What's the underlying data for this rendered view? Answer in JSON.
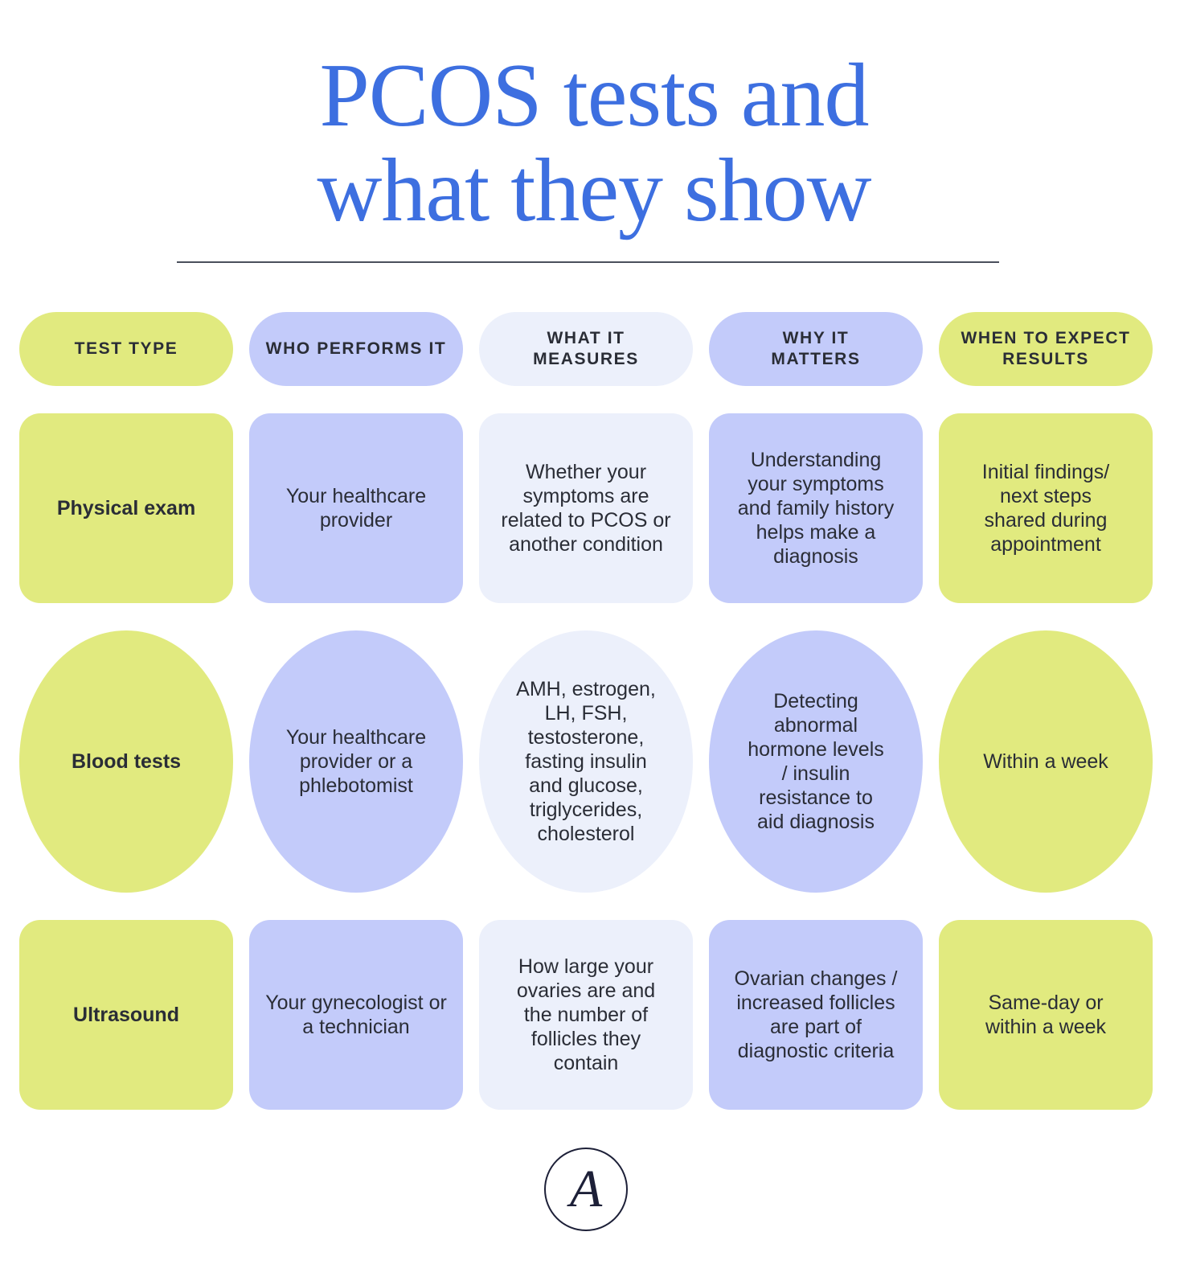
{
  "title": {
    "line1": "PCOS tests and",
    "line2": "what they show"
  },
  "headers": [
    "TEST TYPE",
    "WHO PERFORMS IT",
    "WHAT IT MEASURES",
    "WHY IT MATTERS",
    "WHEN TO EXPECT RESULTS"
  ],
  "rows": [
    {
      "test": "Physical exam",
      "who": "Your healthcare provider",
      "what": "Whether your symptoms are related to PCOS or another condition",
      "why": "Understanding your symptoms and family history helps make a diagnosis",
      "when": "Initial findings/ next steps shared during appointment"
    },
    {
      "test": "Blood tests",
      "who": "Your healthcare provider or a phlebotomist",
      "what": "AMH, estrogen, LH, FSH, testosterone, fasting insulin and glucose, triglycerides, cholesterol",
      "why": "Detecting abnormal hormone levels / insulin resistance to aid diagnosis",
      "when": "Within a week"
    },
    {
      "test": "Ultrasound",
      "who": "Your gynecologist or a technician",
      "what": "How large your ovaries are and the number of follicles they contain",
      "why": "Ovarian changes / increased follicles are part of diagnostic criteria",
      "when": "Same-day or within a week"
    }
  ],
  "logo": {
    "letter": "A",
    "icon": "brand-logo-icon"
  },
  "colors": {
    "title": "#3d6fe0",
    "lime": "#e1ea7f",
    "violet": "#c3cbfa",
    "pale": "#ecf0fb",
    "text": "#2a2d36"
  }
}
